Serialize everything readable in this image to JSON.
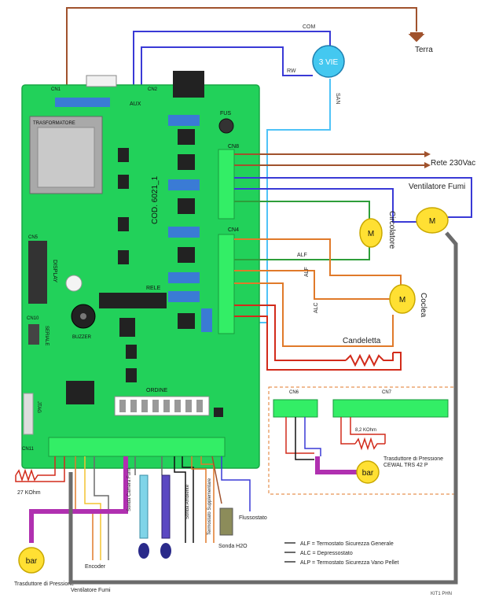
{
  "labels": {
    "terra": "Terra",
    "com": "COM",
    "valve": "3 VIE",
    "rw": "RW",
    "san": "SAN",
    "cn1": "CN1",
    "aux": "AUX",
    "cn2": "CN2",
    "transformer": "TRASFORMATORE",
    "fuse": "FUS",
    "cn8": "CN8",
    "rete": "Rete 230Vac",
    "ventilatore_fumi": "Ventilatore Fumi",
    "motor": "M",
    "circolatore": "Circolatore",
    "coclea": "Coclea",
    "candeletta": "Candeletta",
    "alf": "ALF",
    "alc": "ALC",
    "cod": "COD. 6021_1",
    "cn5": "CN5",
    "display": "DISPLAY",
    "relays": "RELE",
    "cn10": "CN10",
    "seriale": "SERIALE",
    "buzzer": "BUZZER",
    "cn4": "CN4",
    "cn6": "CN6",
    "cn7": "CN7",
    "cn11": "CN11",
    "jtag": "JTAG",
    "ordine": "ORDINE",
    "bar": "bar",
    "trasduttore_right": "Trasduttore di Pressione CEWAL TRS 42 P",
    "trasduttore_left": "Trasduttore di Pressione",
    "ntc": "27 KOhm",
    "r_cn7": "8,2 KOhm",
    "sonda_camera": "Sonda Camera Fumi",
    "sonda_ambiente": "Sonda Ambiente",
    "termostato": "Termostato Supplementare",
    "sonda_h2o": "Sonda H2O",
    "flussostato": "Flussostato",
    "encoder": "Encoder",
    "ventilatore_bottom": "Ventilatore Fumi",
    "legend_alf": "ALF = Termostato Sicurezza Generale",
    "legend_alc": "ALC = Depressostato",
    "legend_alp": "ALP = Termostato Sicurezza Vano Pellet",
    "code": "KIT1 PHN"
  },
  "colors": {
    "board": "#22d15a",
    "board_dark": "#18a845",
    "wire_brown": "#a0522d",
    "wire_blue": "#3a3ad6",
    "wire_light_blue": "#4fc3f7",
    "wire_red": "#d22b1b",
    "wire_orange": "#e07a2a",
    "wire_green": "#2e9e3a",
    "wire_gray": "#6b6b6b",
    "wire_purple": "#b030b0",
    "motor_yellow": "#ffe033",
    "valve_cyan": "#44c8f0"
  }
}
